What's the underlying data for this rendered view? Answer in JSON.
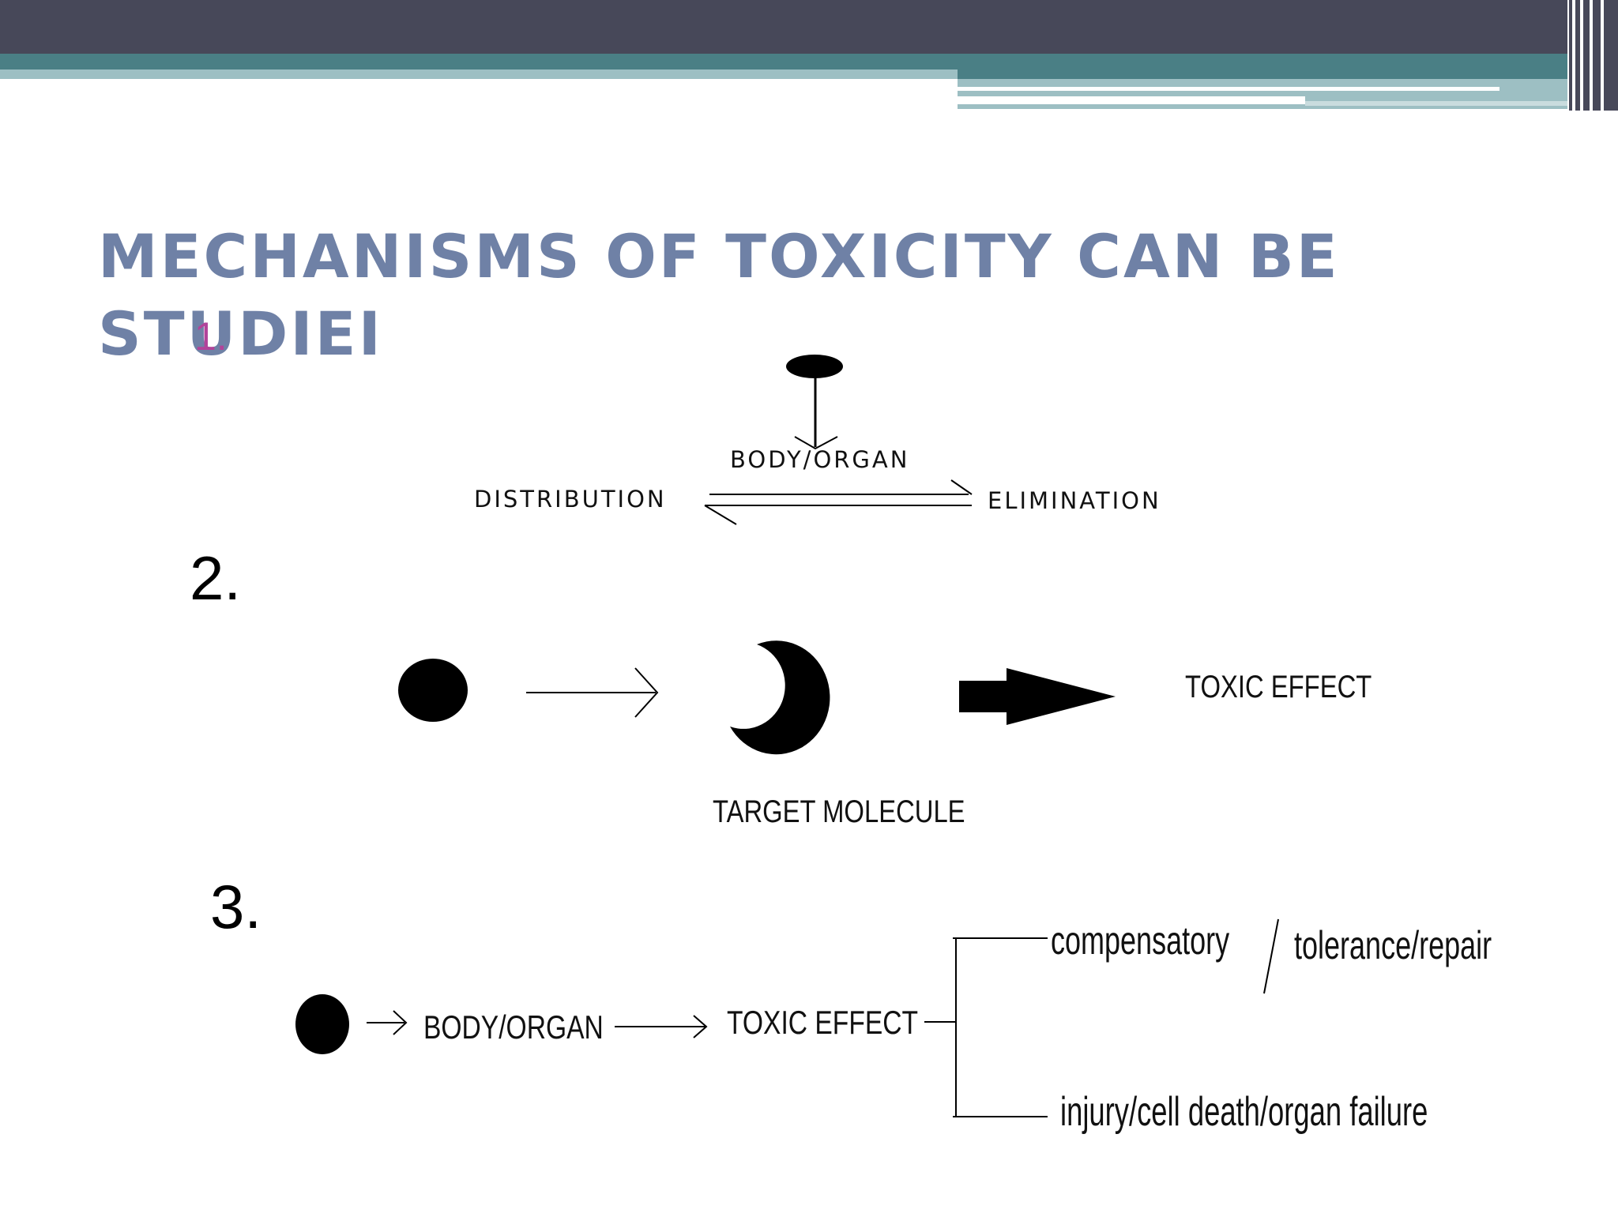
{
  "slide": {
    "title_line1": "MECHANISMS OF TOXICITY CAN BE",
    "title_line2": "STUDIEI",
    "marker_1": "1.",
    "colors": {
      "banner_dark": "#474859",
      "banner_teal": "#4a7f85",
      "banner_light": "#9dbfc3",
      "title": "#6f81a6",
      "marker_1": "#b2439a"
    }
  },
  "diagram1": {
    "body_organ": "BODY/ORGAN",
    "distribution": "DISTRIBUTION",
    "elimination": "ELIMINATION"
  },
  "diagram2": {
    "number": "2.",
    "toxic_effect": "TOXIC EFFECT",
    "target_molecule": "TARGET MOLECULE"
  },
  "diagram3": {
    "number": "3.",
    "body_organ": "BODY/ORGAN",
    "toxic_effect": "TOXIC EFFECT",
    "compensatory": "compensatory",
    "tolerance_repair": "tolerance/repair",
    "injury": "injury/cell death/organ failure"
  }
}
